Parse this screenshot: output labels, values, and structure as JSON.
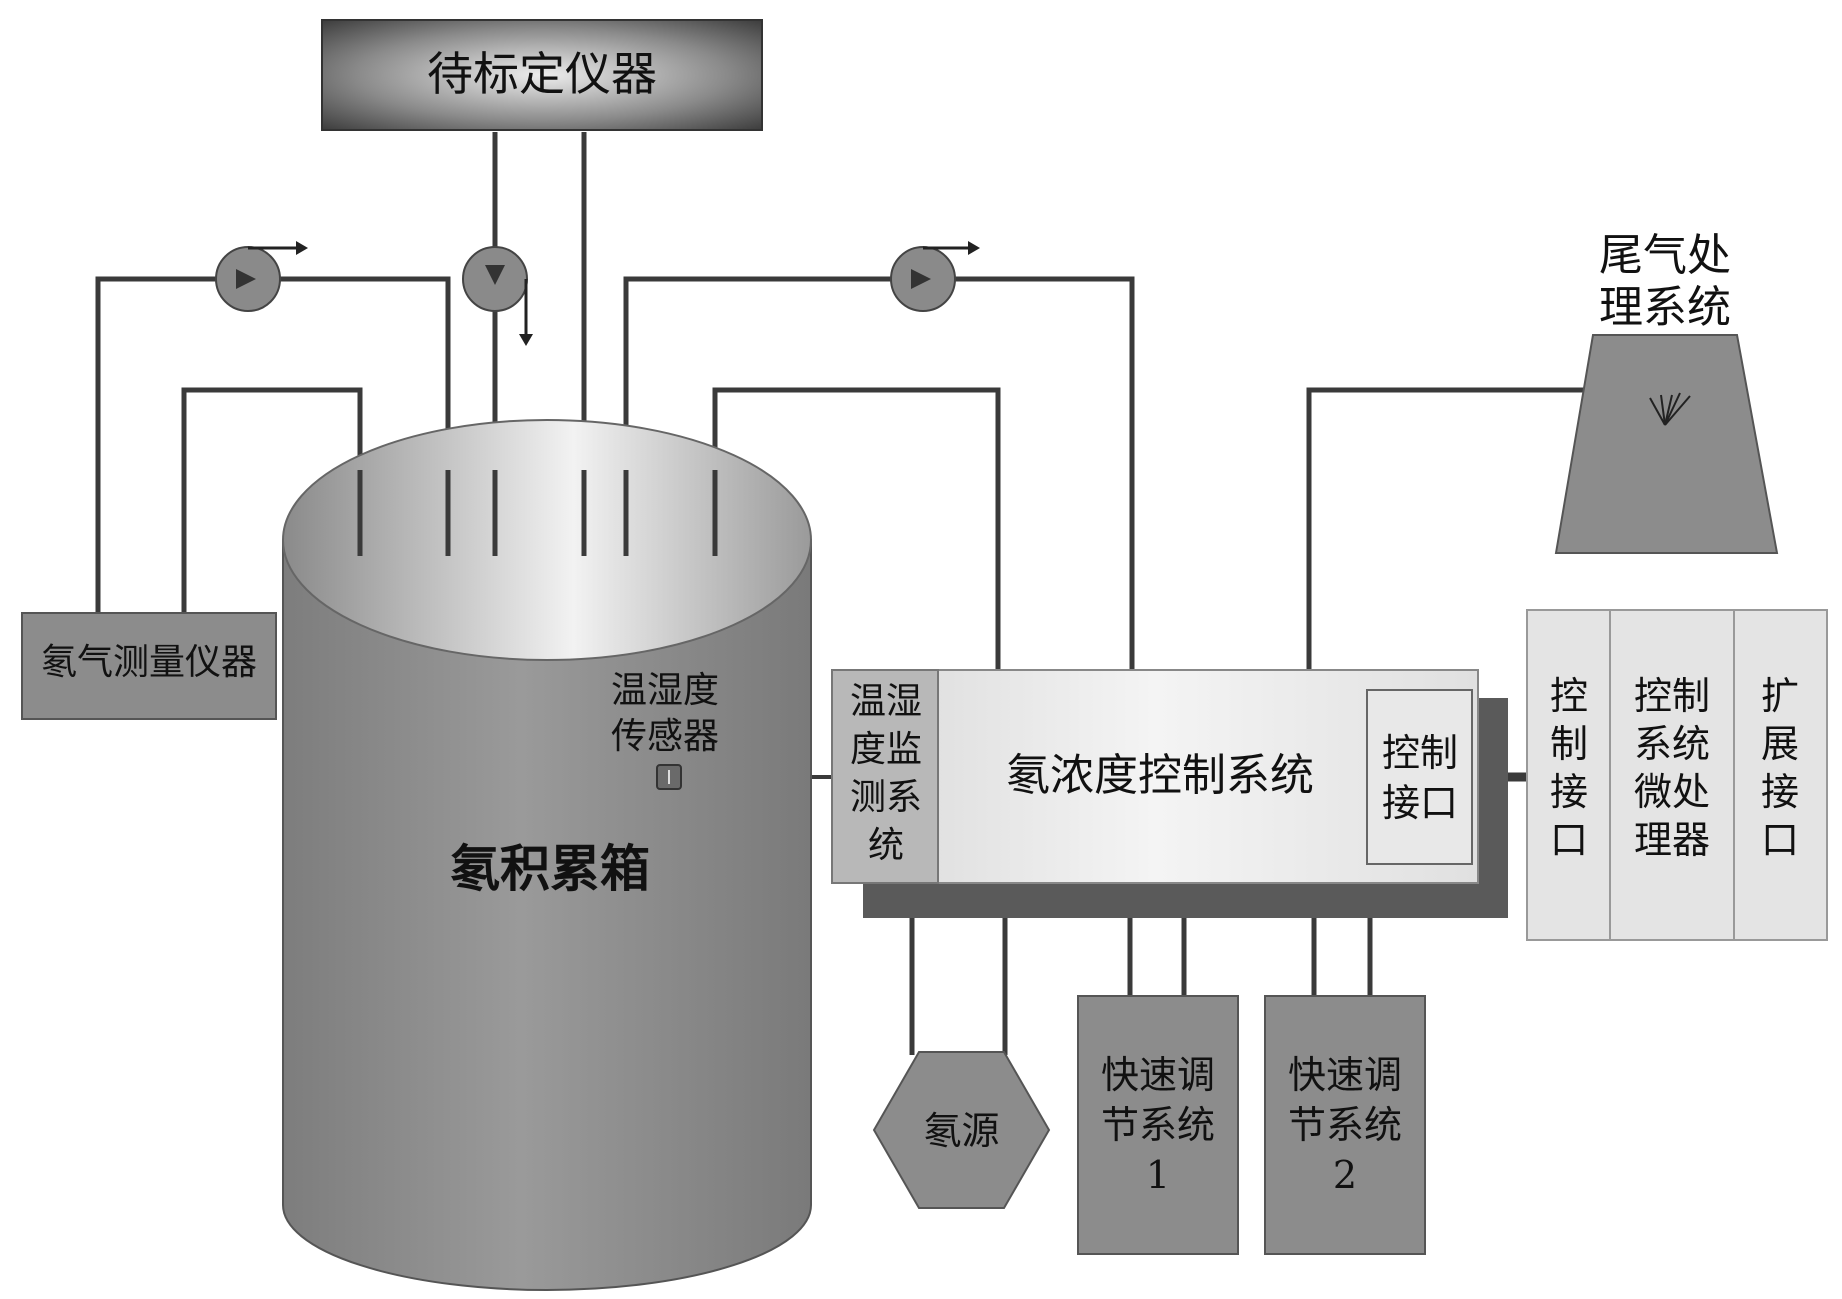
{
  "labels": {
    "instrument_top": "待标定仪器",
    "radon_meter": "氡气测量仪器",
    "accumulation_box": "氡积累箱",
    "th_sensor_line1": "温湿度",
    "th_sensor_line2": "传感器",
    "th_monitor": "温湿度监测系统",
    "control_system": "氡浓度控制系统",
    "control_port": "控制接口",
    "exhaust_line1": "尾气处",
    "exhaust_line2": "理系统",
    "panel_control_port": "控制接口",
    "panel_microprocessor": "控制系统微处理器",
    "panel_expansion_port": "扩展接口",
    "radon_source": "氡源",
    "fast_reg_1_line1": "快速调",
    "fast_reg_1_line2": "节系统",
    "fast_reg_1_num": "1",
    "fast_reg_2_line1": "快速调",
    "fast_reg_2_line2": "节系统",
    "fast_reg_2_num": "2"
  },
  "colors": {
    "line": "#3a3a3a",
    "box_gray": "#8c8c8c",
    "panel_light": "#e4e4e4",
    "shadow": "#5a5a5a"
  }
}
